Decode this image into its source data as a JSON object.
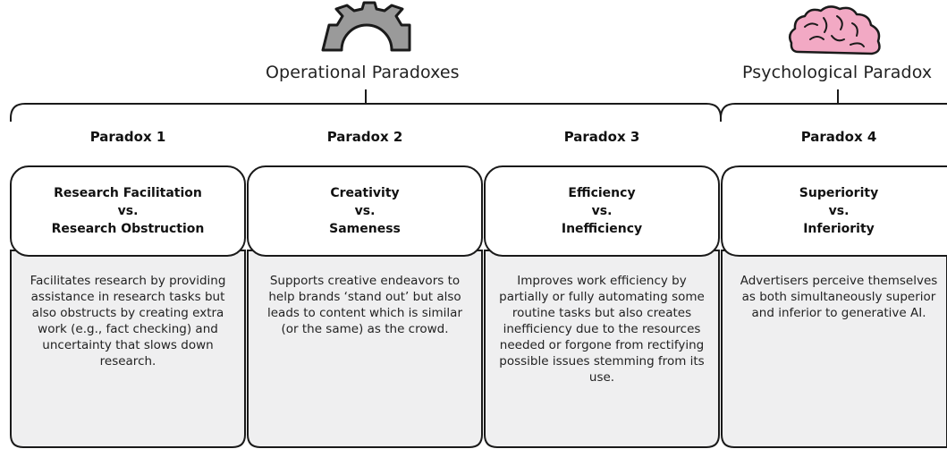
{
  "groups": {
    "operational": {
      "label": "Operational Paradoxes",
      "icon": "gear-icon"
    },
    "psychological": {
      "label": "Psychological Paradox",
      "icon": "brain-icon"
    }
  },
  "paradoxes": [
    {
      "heading": "Paradox 1",
      "title": [
        "Research Facilitation",
        "vs.",
        "Research Obstruction"
      ],
      "description": "Facilitates research by providing assistance in research tasks but also obstructs by creating extra work (e.g., fact checking) and uncertainty that slows down research."
    },
    {
      "heading": "Paradox 2",
      "title": [
        "Creativity",
        "vs.",
        "Sameness"
      ],
      "description": "Supports creative endeavors to help brands ‘stand out’ but also leads to content which is similar (or the same) as the crowd."
    },
    {
      "heading": "Paradox 3",
      "title": [
        "Efficiency",
        "vs.",
        "Inefficiency"
      ],
      "description": "Improves work efficiency by partially or fully automating some routine tasks but also creates inefficiency due to the resources needed or forgone from rectifying possible issues stemming from its use."
    },
    {
      "heading": "Paradox 4",
      "title": [
        "Superiority",
        "vs.",
        "Inferiority"
      ],
      "description": "Advertisers perceive themselves as both simultaneously superior and inferior to generative AI."
    }
  ],
  "colors": {
    "stroke": "#1a1a1a",
    "desc_fill": "#efeff0",
    "gear_fill": "#9a9a9a",
    "brain_fill": "#f2a9c4"
  }
}
